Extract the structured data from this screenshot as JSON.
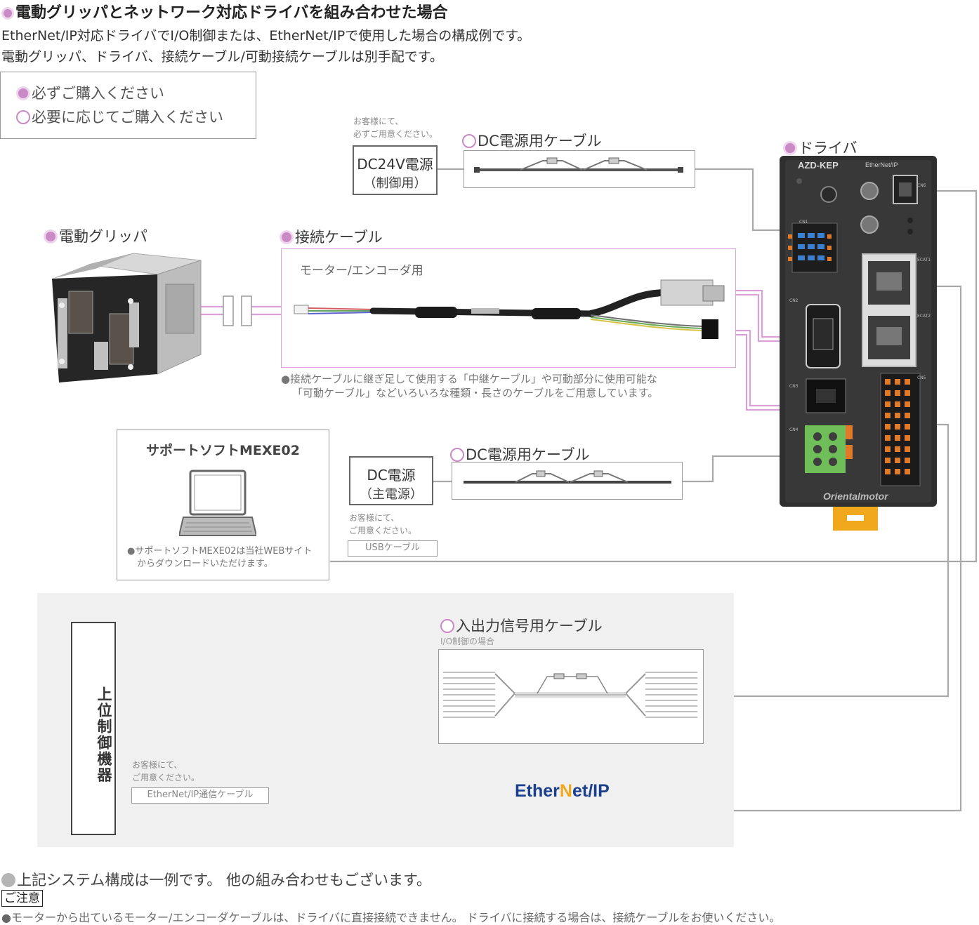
{
  "header": {
    "title": "電動グリッパとネットワーク対応ドライバを組み合わせた場合",
    "line1": "EtherNet/IP対応ドライバでI/O制御または、EtherNet/IPで使用した場合の構成例です。",
    "line2": "電動グリッパ、ドライバ、接続ケーブル/可動接続ケーブルは別手配です。"
  },
  "legend": {
    "required": "必ずご購入ください",
    "optional": "必要に応じてご購入ください"
  },
  "customer_note": {
    "l1": "お客様にて、",
    "l2a": "必ずご用意ください。",
    "l2b": "ご用意ください。"
  },
  "dc24": {
    "line1": "DC24V電源",
    "line2": "（制御用）"
  },
  "dc_cable_top": "DC電源用ケーブル",
  "driver": {
    "label": "ドライバ",
    "model": "AZD-KEP",
    "port_ethernet": "EtherNet/IP",
    "brand": "Orientalmotor",
    "tags": [
      "CN1",
      "CN2",
      "CN3",
      "CN4",
      "CN5",
      "CN6",
      "ECAT1",
      "ECAT2"
    ]
  },
  "gripper": {
    "label": "電動グリッパ"
  },
  "conn_cable": {
    "label": "接続ケーブル",
    "sub": "モーター/エンコーダ用",
    "note1": "●接続ケーブルに継ぎ足して使用する「中継ケーブル」や可動部分に使用可能な",
    "note2": "「可動ケーブル」などいろいろな種類・長さのケーブルをご用意しています。"
  },
  "software": {
    "title": "サポートソフトMEXE02",
    "note1": "●サポートソフトMEXE02は当社WEBサイト",
    "note2": "からダウンロードいただけます。"
  },
  "dc_main": {
    "line1": "DC電源",
    "line2": "（主電源）"
  },
  "dc_cable_mid": "DC電源用ケーブル",
  "usb": "USBケーブル",
  "io_cable": {
    "label": "入出力信号用ケーブル",
    "sub": "I/O制御の場合"
  },
  "controller": "上位制御機器",
  "ethernet_cable": "EtherNet/IP通信ケーブル",
  "ethernet_logo": {
    "a": "Ether",
    "b": "N",
    "c": "et/IP"
  },
  "footer": {
    "note": "上記システム構成は一例です。 他の組み合わせもございます。",
    "caution_label": "ご注意",
    "caution": "●モーターから出ているモーター/エンコーダケーブルは、ドライバに直接接続できません。 ドライバに接続する場合は、接続ケーブルをお使いください。"
  },
  "colors": {
    "accent": "#c98ac6",
    "line": "#a9a9a9",
    "driver_body": "#2f2f2f",
    "panel_bg": "#f0f0f0",
    "logo_blue": "#1a3f8c"
  }
}
